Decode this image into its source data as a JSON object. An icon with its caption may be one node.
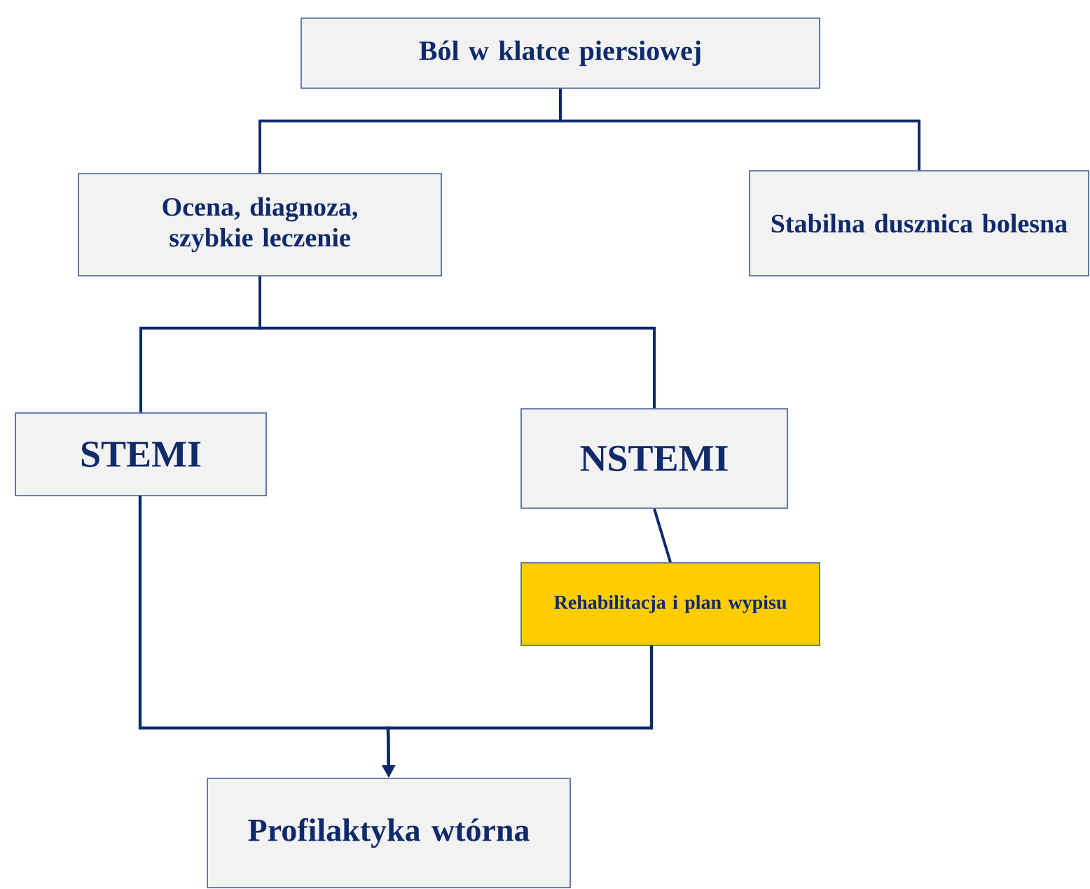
{
  "diagram": {
    "nodes": [
      {
        "text": [
          "Ból w klatce piersiowej"
        ]
      },
      {
        "text": [
          "Ocena, diagnoza, szybkie leczenie"
        ]
      },
      {
        "text": [
          "Stabilna dusznica bolesna"
        ]
      },
      {
        "text": [
          "STEMI"
        ]
      },
      {
        "text": [
          "NSTEMI"
        ]
      },
      {
        "text": [
          "Rehabilitacja i plan wypisu"
        ]
      },
      {
        "text": [
          "Profilaktyka wtórna"
        ]
      }
    ],
    "edges": [
      {
        "from": 0,
        "to": 1,
        "arrow": "none"
      },
      {
        "from": 0,
        "to": 2,
        "arrow": "none"
      },
      {
        "from": 1,
        "to": 3,
        "arrow": "none"
      },
      {
        "from": 1,
        "to": 4,
        "arrow": "none"
      },
      {
        "from": 4,
        "to": 5,
        "arrow": "none"
      },
      {
        "from": 3,
        "to": 6,
        "arrow": "to"
      },
      {
        "from": 5,
        "to": 6,
        "arrow": "to"
      }
    ]
  }
}
